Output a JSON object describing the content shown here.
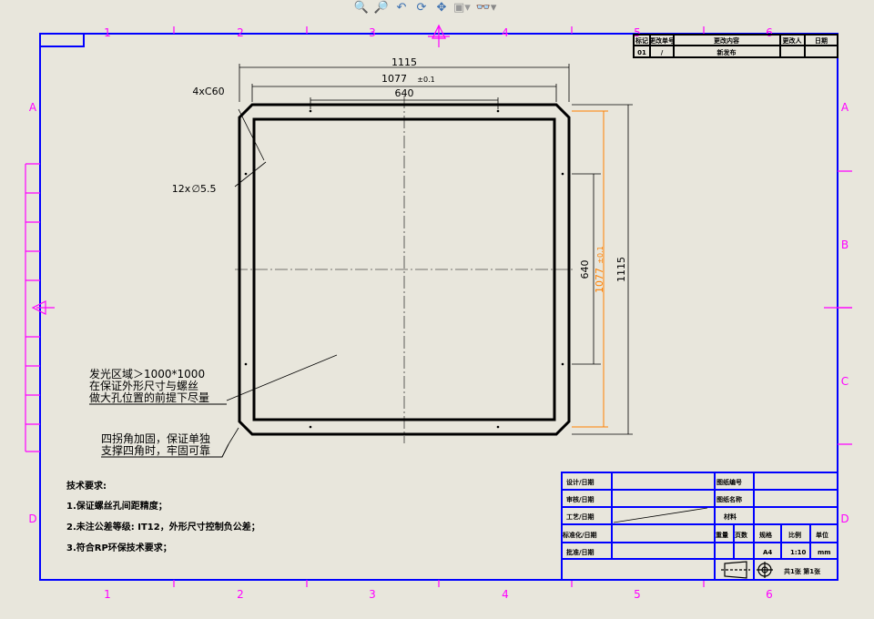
{
  "toolbar": {
    "icons": [
      "zoom-to-fit-icon",
      "zoom-area-icon",
      "previous-view-icon",
      "rotate-icon",
      "pan-icon",
      "display-style-icon",
      "view-settings-icon"
    ]
  },
  "zones": {
    "columns": [
      "1",
      "2",
      "3",
      "4",
      "5",
      "6"
    ],
    "rows": [
      "A",
      "B",
      "C",
      "D"
    ]
  },
  "revision": {
    "headers": [
      "标记",
      "更改单号",
      "更改内容",
      "更改人",
      "日期"
    ],
    "row": [
      "01",
      "/",
      "新发布",
      "",
      ""
    ]
  },
  "dims": {
    "w1115": "1115",
    "w1077": "1077",
    "tol": "±0.1",
    "w640": "640",
    "h640": "640",
    "h1077": "1077",
    "h1115": "1115",
    "chamfer": "4xC60",
    "holes": "12x",
    "holes_dia": "∅5.5"
  },
  "notes": {
    "light_area": [
      "发光区域＞1000*1000",
      "在保证外形尺寸与螺丝",
      "做大孔位置的前提下尽量"
    ],
    "corners": [
      "四拐角加固，保证单独",
      "支撑四角时，牢固可靠"
    ]
  },
  "tech": {
    "title": "技术要求:",
    "items": [
      "1.保证螺丝孔间距精度；",
      "2.未注公差等级: IT12，外形尺寸控制负公差；",
      "3.符合RP环保技术要求；"
    ]
  },
  "title_block": {
    "design": "设计/日期",
    "review": "审核/日期",
    "process": "工艺/日期",
    "standard": "标准化/日期",
    "approve": "批准/日期",
    "drawing_no": "图纸编号",
    "drawing_name": "图纸名称",
    "material": "材料",
    "weight": "重量",
    "pages": "页数",
    "format_label": "规格",
    "scale_label": "比例",
    "unit_label": "单位",
    "format": "A4",
    "scale": "1:10",
    "unit": "mm",
    "sheet": "共1张 第1张"
  },
  "colors": {
    "border": "#0000ff",
    "zone": "#ff00ff",
    "dim_highlight": "#ff8000"
  }
}
